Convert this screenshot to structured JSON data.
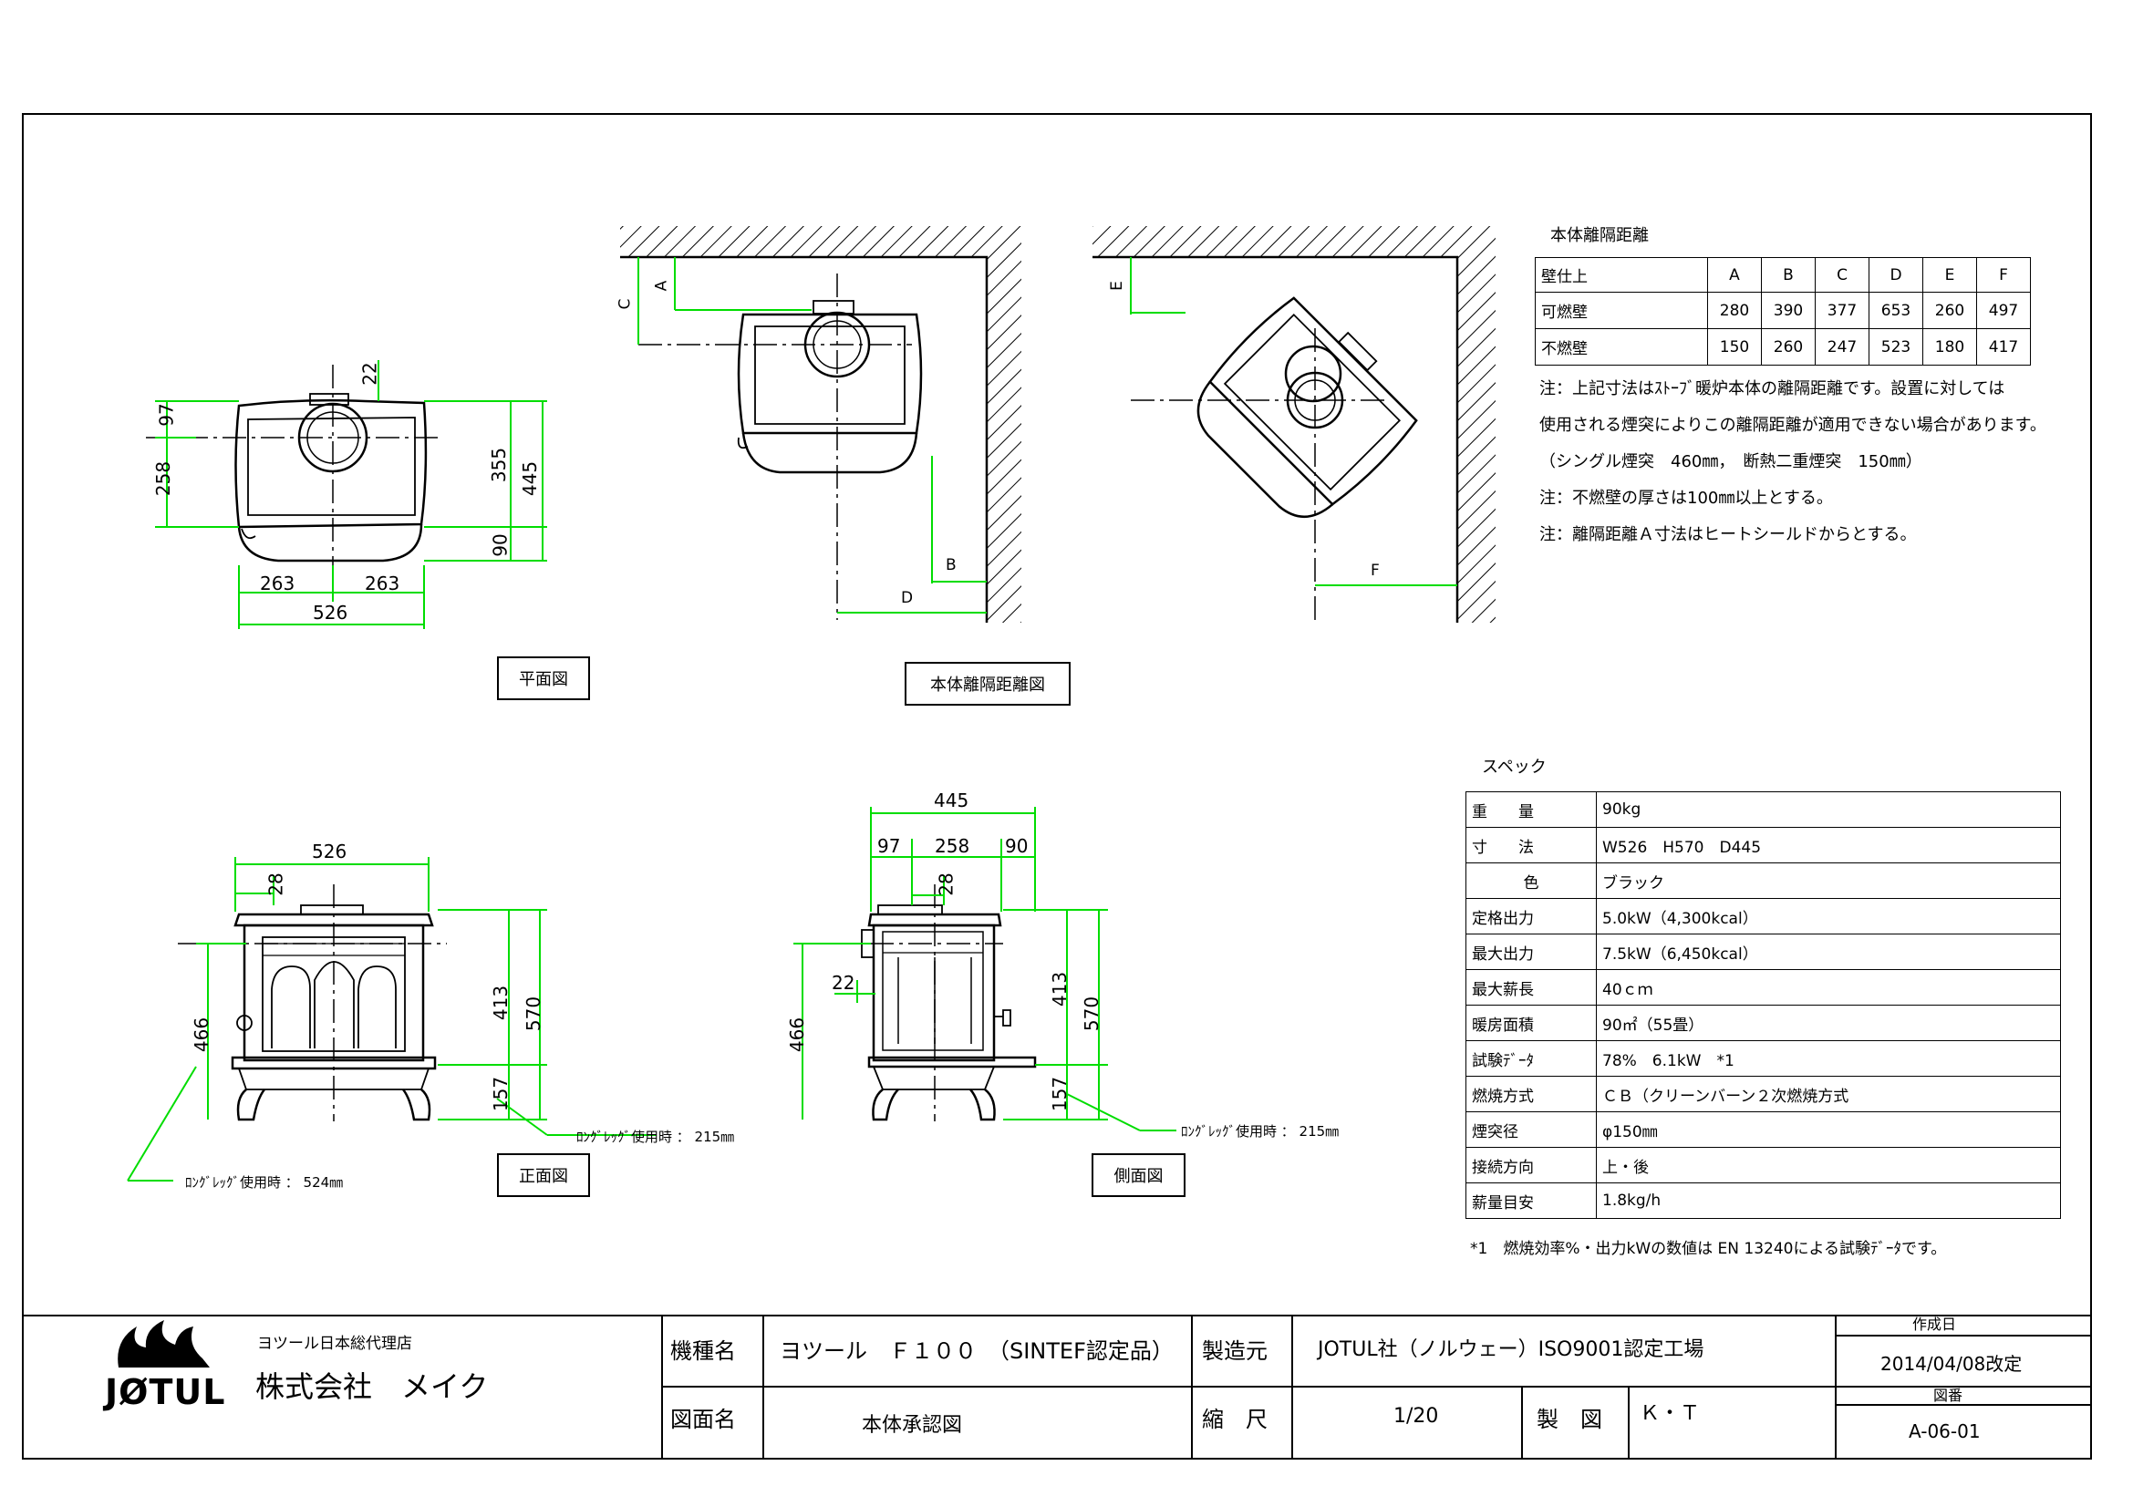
{
  "colors": {
    "dimension": "#00dd00",
    "line": "#000000"
  },
  "views": {
    "plan": {
      "caption": "平面図",
      "dims": {
        "d97": "97",
        "d258": "258",
        "d22": "22",
        "d355": "355",
        "d445": "445",
        "d90": "90",
        "d263a": "263",
        "d263b": "263",
        "d526": "526"
      }
    },
    "clearance": {
      "caption": "本体離隔距離図",
      "labels": {
        "A": "A",
        "C": "C",
        "B": "B",
        "D": "D",
        "E": "E",
        "F": "F"
      }
    },
    "front": {
      "caption": "正面図",
      "dims": {
        "d526": "526",
        "d28": "28",
        "d466": "466",
        "d413": "413",
        "d570": "570",
        "d157": "157"
      },
      "note_long_leg_1": "ﾛﾝｸﾞﾚｯｸﾞ使用時 ： 215㎜",
      "note_long_leg_2": "ﾛﾝｸﾞﾚｯｸﾞ使用時 ： 524㎜"
    },
    "side": {
      "caption": "側面図",
      "dims": {
        "d445": "445",
        "d97": "97",
        "d258": "258",
        "d90": "90",
        "d28": "28",
        "d22": "22",
        "d466": "466",
        "d413": "413",
        "d570": "570",
        "d157": "157"
      },
      "note_long_leg": "ﾛﾝｸﾞﾚｯｸﾞ使用時 ： 215㎜"
    }
  },
  "clearance_table": {
    "title": "本体離隔距離",
    "header": [
      "壁仕上",
      "A",
      "B",
      "C",
      "D",
      "E",
      "F"
    ],
    "rows": [
      [
        "可燃壁",
        "280",
        "390",
        "377",
        "653",
        "260",
        "497"
      ],
      [
        "不燃壁",
        "150",
        "260",
        "247",
        "523",
        "180",
        "417"
      ]
    ],
    "notes": [
      "注：上記寸法はｽﾄｰﾌﾞ暖炉本体の離隔距離です。設置に対しては",
      "使用される煙突によりこの離隔距離が適用できない場合があります。",
      "（シングル煙突　460㎜，　断熱二重煙突　150㎜）",
      "注：不燃壁の厚さは100㎜以上とする。",
      "注：離隔距離Ａ寸法はヒートシールドからとする。"
    ]
  },
  "spec": {
    "title": "スペック",
    "rows": [
      [
        "重　　量",
        "90kg"
      ],
      [
        "寸　　法",
        "W526　H570　D445"
      ],
      [
        "色",
        "ブラック"
      ],
      [
        "定格出力",
        "5.0kW（4,300kcal）"
      ],
      [
        "最大出力",
        "7.5kW（6,450kcal）"
      ],
      [
        "最大薪長",
        "40ｃｍ"
      ],
      [
        "暖房面積",
        "90㎡（55畳）"
      ],
      [
        "試験ﾃﾞｰﾀ",
        "78%　6.1kW　*1"
      ],
      [
        "燃焼方式",
        "ＣＢ（クリーンバーン２次燃焼方式"
      ],
      [
        "煙突径",
        "φ150㎜"
      ],
      [
        "接続方向",
        "上・後"
      ],
      [
        "薪量目安",
        "1.8kg/h"
      ]
    ],
    "footnote": "*1　燃焼効率%・出力kWの数値は EN 13240による試験ﾃﾞｰﾀです。"
  },
  "title_block": {
    "logo_text": "JØTUL",
    "agency": "ヨツール日本総代理店",
    "company": "株式会社　メイク",
    "model_label": "機種名",
    "model_value": "ヨツール　Ｆ１００　（SINTEF認定品）",
    "maker_label": "製造元",
    "maker_value": "JOTUL社（ノルウェー）ISO9001認定工場",
    "drawing_label": "図面名",
    "drawing_value": "本体承認図",
    "scale_label": "縮　尺",
    "scale_value": "1/20",
    "drafter_label": "製　図",
    "drafter_value": "Ｋ・Ｔ",
    "date_label": "作成日",
    "date_value": "2014/04/08改定",
    "number_label": "図番",
    "number_value": "A-06-01"
  }
}
